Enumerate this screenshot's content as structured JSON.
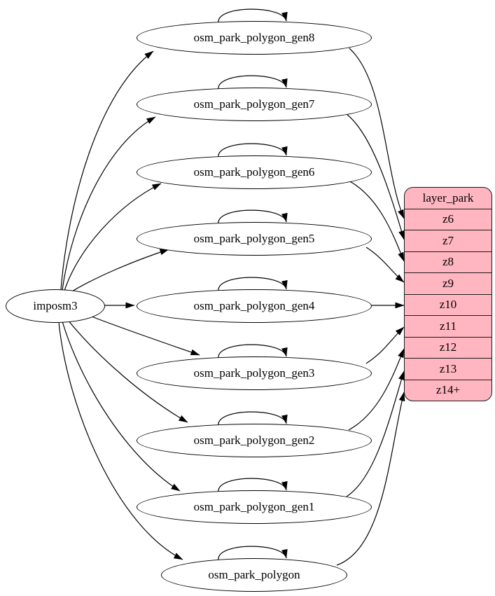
{
  "diagram": {
    "kind": "etl-graph",
    "source": {
      "label": "imposm3"
    },
    "tables": [
      {
        "label": "osm_park_polygon_gen8",
        "from": "imposm3",
        "self_loop": true,
        "to_zoom": "z6"
      },
      {
        "label": "osm_park_polygon_gen7",
        "from": "imposm3",
        "self_loop": true,
        "to_zoom": "z7"
      },
      {
        "label": "osm_park_polygon_gen6",
        "from": "imposm3",
        "self_loop": true,
        "to_zoom": "z8"
      },
      {
        "label": "osm_park_polygon_gen5",
        "from": "imposm3",
        "self_loop": true,
        "to_zoom": "z9"
      },
      {
        "label": "osm_park_polygon_gen4",
        "from": "imposm3",
        "self_loop": true,
        "to_zoom": "z10"
      },
      {
        "label": "osm_park_polygon_gen3",
        "from": "imposm3",
        "self_loop": true,
        "to_zoom": "z11"
      },
      {
        "label": "osm_park_polygon_gen2",
        "from": "imposm3",
        "self_loop": true,
        "to_zoom": "z12"
      },
      {
        "label": "osm_park_polygon_gen1",
        "from": "imposm3",
        "self_loop": true,
        "to_zoom": "z13"
      },
      {
        "label": "osm_park_polygon",
        "from": "imposm3",
        "self_loop": true,
        "to_zoom": "z14+"
      }
    ],
    "layer": {
      "title": "layer_park",
      "rows": [
        "z6",
        "z7",
        "z8",
        "z9",
        "z10",
        "z11",
        "z12",
        "z13",
        "z14+"
      ],
      "fill_color": "#FFB6C1",
      "border_color": "#1a1a1a"
    },
    "edge_color": "#000000"
  }
}
